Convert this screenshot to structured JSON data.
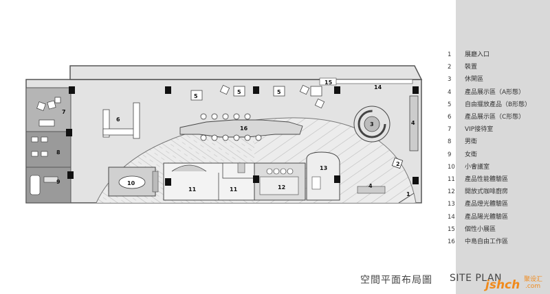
{
  "legend": {
    "items": [
      {
        "num": "1",
        "label": "展廳入口"
      },
      {
        "num": "2",
        "label": "裝置"
      },
      {
        "num": "3",
        "label": "休閑區"
      },
      {
        "num": "4",
        "label": "產品展示區（A形態）"
      },
      {
        "num": "5",
        "label": "自由擺放產品（B形態）"
      },
      {
        "num": "6",
        "label": "產品展示區（C形態）"
      },
      {
        "num": "7",
        "label": "VIP接待室"
      },
      {
        "num": "8",
        "label": "男衛"
      },
      {
        "num": "9",
        "label": "女衛"
      },
      {
        "num": "10",
        "label": "小會議室"
      },
      {
        "num": "11",
        "label": "產品性能體驗區"
      },
      {
        "num": "12",
        "label": "開放式咖啡廚房"
      },
      {
        "num": "13",
        "label": "產品燈光體驗區"
      },
      {
        "num": "14",
        "label": "產品陽光體驗區"
      },
      {
        "num": "15",
        "label": "個性小展區"
      },
      {
        "num": "16",
        "label": "中島自由工作區"
      }
    ]
  },
  "title": {
    "cn": "空間平面布局圖",
    "en": "SITE PLAN"
  },
  "watermark": {
    "latin": "jshch",
    "cn": "聚设汇",
    "domain": ".com"
  },
  "rooms": {
    "r1": "1",
    "r2": "2",
    "r3": "3",
    "r4a": "4",
    "r4b": "4",
    "r5a": "5",
    "r5b": "5",
    "r5c": "5",
    "r6": "6",
    "r7": "7",
    "r8": "8",
    "r9": "9",
    "r10": "10",
    "r11a": "11",
    "r11b": "11",
    "r12": "12",
    "r13": "13",
    "r14": "14",
    "r15": "15",
    "r16": "16"
  },
  "colors": {
    "floor": "#e3e3e3",
    "wall": "#555555",
    "column": "#111111",
    "legend_bg": "#d9d9d9",
    "herringbone": "#cfcfcf",
    "accent_orange": "#f08a1c"
  }
}
